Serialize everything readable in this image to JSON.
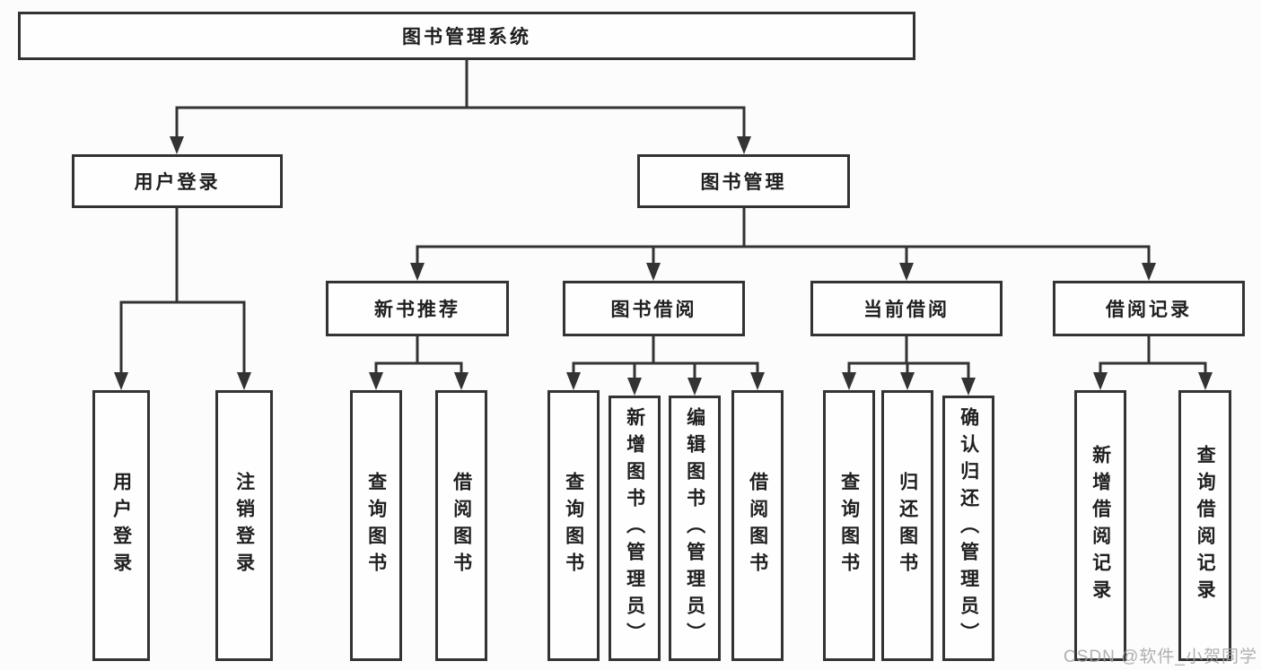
{
  "tree": {
    "label": "图书管理系统",
    "children": [
      {
        "label": "用户登录",
        "children": [
          {
            "label": "用户登录"
          },
          {
            "label": "注销登录"
          }
        ]
      },
      {
        "label": "图书管理",
        "children": [
          {
            "label": "新书推荐",
            "children": [
              {
                "label": "查询图书"
              },
              {
                "label": "借阅图书"
              }
            ]
          },
          {
            "label": "图书借阅",
            "children": [
              {
                "label": "查询图书"
              },
              {
                "label": "新增图书（管理员）"
              },
              {
                "label": "编辑图书（管理员）"
              },
              {
                "label": "借阅图书"
              }
            ]
          },
          {
            "label": "当前借阅",
            "children": [
              {
                "label": "查询图书"
              },
              {
                "label": "归还图书"
              },
              {
                "label": "确认归还（管理员）"
              }
            ]
          },
          {
            "label": "借阅记录",
            "children": [
              {
                "label": "新增借阅记录"
              },
              {
                "label": "查询借阅记录"
              }
            ]
          }
        ]
      }
    ]
  },
  "watermark": {
    "text": "CSDN @软件_小贺同学"
  },
  "colors": {
    "line": "#333333",
    "box_border": "#333333",
    "text": "#1f1f1f",
    "watermark": "#a2a2a2",
    "background": "#fcfcfc"
  }
}
